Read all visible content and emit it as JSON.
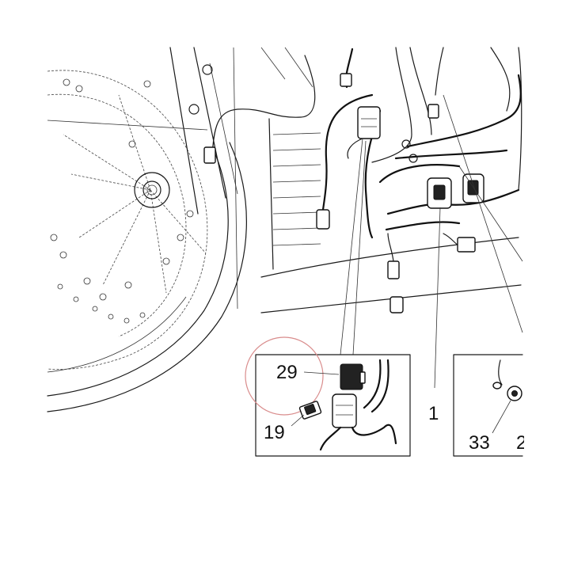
{
  "callouts": {
    "item_29": "29",
    "item_19": "19",
    "item_1": "1",
    "item_33": "33",
    "item_partial": "2"
  },
  "colors": {
    "line": "#1a1a1a",
    "highlight_circle": "#d98c8c",
    "background": "#ffffff"
  },
  "icons": [
    "fuse-icon",
    "fuse-cap-icon",
    "fuse-holder-icon",
    "washer-icon",
    "connector-icon"
  ]
}
